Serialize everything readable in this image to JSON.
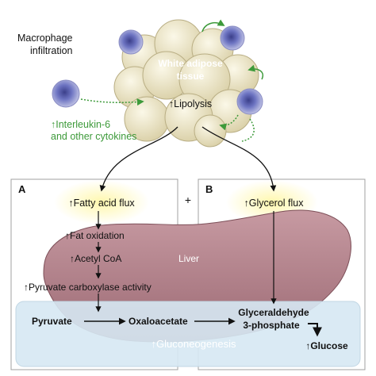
{
  "colors": {
    "green_accent": "#3d9a3a",
    "liver": "#b07d86",
    "gluco_panel": "#d6e8f3",
    "adipocyte": "#f2ecd2",
    "panel_border": "#a0a0a0"
  },
  "top": {
    "macrophage_label_1": "Macrophage",
    "macrophage_label_2": "infiltration",
    "tissue_label_1": "White adipose",
    "tissue_label_2": "tissue",
    "lipolysis": "↑Lipolysis",
    "cytokine_1": "↑Interleukin-6",
    "cytokine_2": "and other cytokines"
  },
  "panel_a": {
    "letter": "A",
    "fatty_acid_flux": "↑Fatty acid flux",
    "fat_oxidation": "↑Fat oxidation",
    "acetyl_coa": "↑Acetyl CoA",
    "pyruvate_carboxylase": "↑Pyruvate carboxylase activity"
  },
  "plus_sign": "+",
  "panel_b": {
    "letter": "B",
    "glycerol_flux": "↑Glycerol flux"
  },
  "liver_label": "Liver",
  "gluconeogenesis": {
    "pyruvate": "Pyruvate",
    "oxaloacetate": "Oxaloacetate",
    "g3p_1": "Glyceraldehyde",
    "g3p_2": "3-phosphate",
    "process_label": "↑Gluconeogenesis",
    "glucose": "↑Glucose"
  },
  "icons": [
    "macrophage-cell",
    "adipocyte-cluster",
    "liver-organ",
    "arrow"
  ]
}
